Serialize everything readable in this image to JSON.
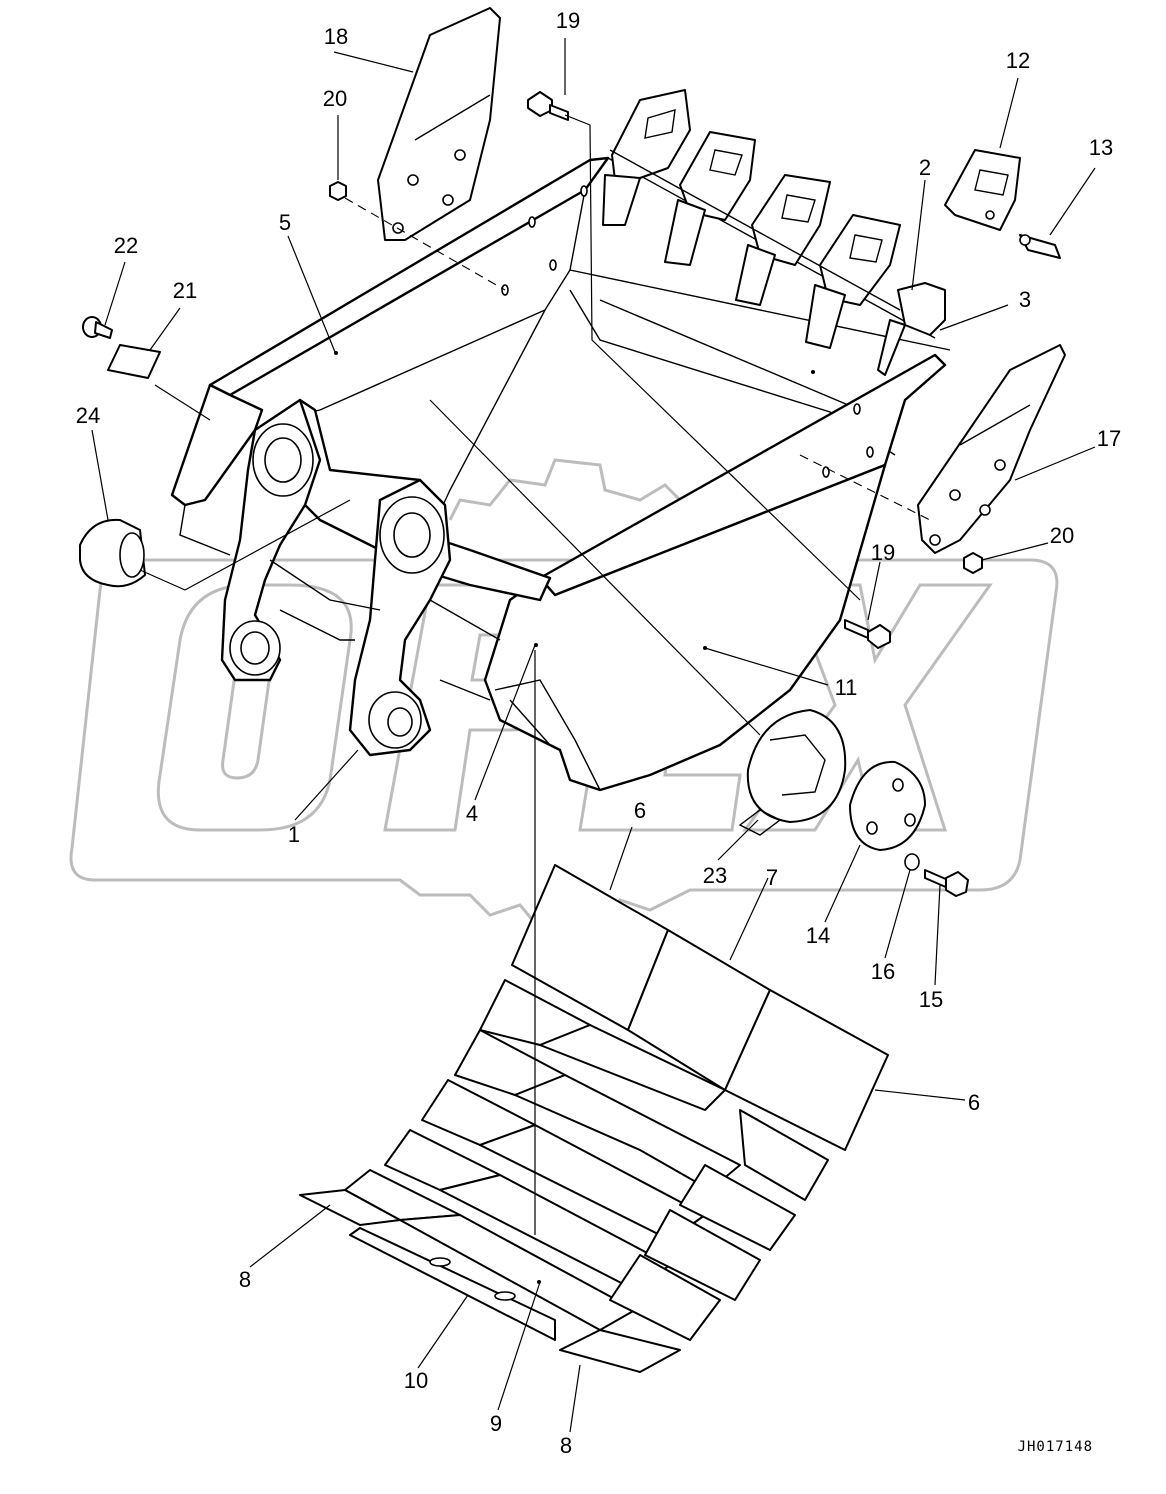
{
  "drawing_code": "JH017148",
  "watermark_text": "OPEX",
  "parts": [
    {
      "id": "p1",
      "number": "1"
    },
    {
      "id": "p2",
      "number": "2"
    },
    {
      "id": "p3",
      "number": "3"
    },
    {
      "id": "p4",
      "number": "4"
    },
    {
      "id": "p5",
      "number": "5"
    },
    {
      "id": "p6a",
      "number": "6"
    },
    {
      "id": "p6b",
      "number": "6"
    },
    {
      "id": "p7",
      "number": "7"
    },
    {
      "id": "p8a",
      "number": "8"
    },
    {
      "id": "p8b",
      "number": "8"
    },
    {
      "id": "p9",
      "number": "9"
    },
    {
      "id": "p10",
      "number": "10"
    },
    {
      "id": "p11",
      "number": "11"
    },
    {
      "id": "p12",
      "number": "12"
    },
    {
      "id": "p13",
      "number": "13"
    },
    {
      "id": "p14",
      "number": "14"
    },
    {
      "id": "p15",
      "number": "15"
    },
    {
      "id": "p16",
      "number": "16"
    },
    {
      "id": "p17",
      "number": "17"
    },
    {
      "id": "p18",
      "number": "18"
    },
    {
      "id": "p19a",
      "number": "19"
    },
    {
      "id": "p19b",
      "number": "19"
    },
    {
      "id": "p20a",
      "number": "20"
    },
    {
      "id": "p20b",
      "number": "20"
    },
    {
      "id": "p21",
      "number": "21"
    },
    {
      "id": "p22",
      "number": "22"
    },
    {
      "id": "p23",
      "number": "23"
    },
    {
      "id": "p24",
      "number": "24"
    }
  ]
}
